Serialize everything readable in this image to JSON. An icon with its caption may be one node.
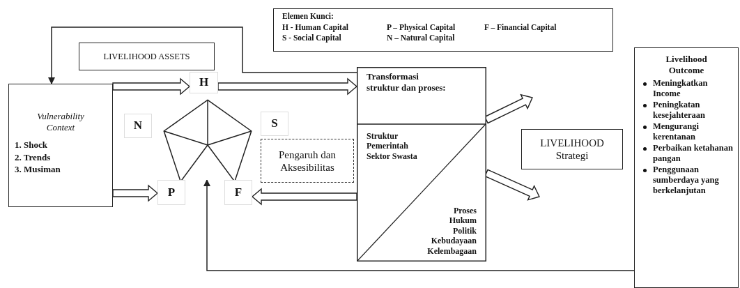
{
  "diagram": {
    "nodes": [
      {
        "text": [
          "Elemen Kunci:",
          "H - Human Capital",
          "P – Physical Capital",
          "F – Financial Capital",
          "S - Social Capital",
          "N – Natural Capital"
        ]
      },
      {
        "text": [
          "LIVELIHOOD ASSETS"
        ]
      },
      {
        "text": [
          "Vulnerability Context",
          "1. Shock",
          "2. Trends",
          "3. Musiman"
        ]
      },
      {
        "text": [
          "H"
        ]
      },
      {
        "text": [
          "N"
        ]
      },
      {
        "text": [],
        "shape": "pentagon"
      },
      {
        "text": [
          "S"
        ]
      },
      {
        "text": [
          "Pengaruh dan Aksesibilitas"
        ]
      },
      {
        "text": [
          "P"
        ]
      },
      {
        "text": [
          "F"
        ]
      },
      {
        "text": [
          "Transformasi struktur dan proses:",
          "Struktur Pemerintah",
          "Sektor Swasta",
          "Proses Hukum",
          "Politik",
          "Kebudayaan",
          "Kelembagaan"
        ]
      },
      {
        "text": [
          "LIVELIHOOD Strategi"
        ]
      },
      {
        "text": [
          "Livelihood Outcome",
          "Meningkatkan Income",
          "Peningkatan kesejahteraan",
          "Mengurangi kerentanan",
          "Perbaikan ketahanan pangan",
          "Penggunaan sumberdaya yang berkelanjutan"
        ]
      }
    ],
    "edges": [
      {
        "from": 2,
        "to": 3,
        "arrow": "to",
        "style": "thick"
      },
      {
        "from": 2,
        "to": 8,
        "arrow": "to",
        "style": "thick"
      },
      {
        "from": 3,
        "to": 10,
        "arrow": "to",
        "style": "thick"
      },
      {
        "from": 10,
        "to": 9,
        "arrow": "to",
        "style": "thick"
      },
      {
        "from": 10,
        "to": null,
        "arrow": "to",
        "style": "thick"
      },
      {
        "from": 10,
        "to": null,
        "arrow": "to",
        "style": "thick"
      },
      {
        "from": 10,
        "to": 2,
        "arrow": "to"
      },
      {
        "from": 12,
        "to": 5,
        "arrow": "to"
      }
    ]
  }
}
